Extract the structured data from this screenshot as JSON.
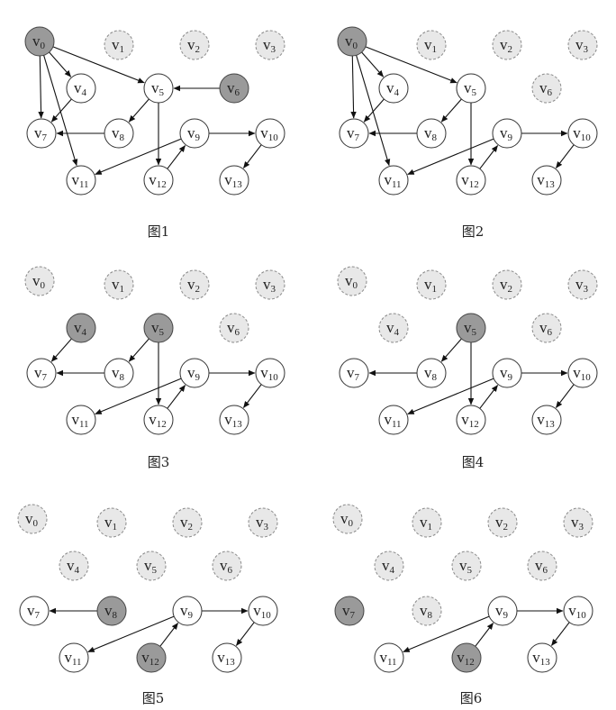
{
  "colors": {
    "visited_fill": "#9a9a9a",
    "visited_stroke": "#444444",
    "removed_fill": "#e8e8e8",
    "removed_stroke": "#8a8a8a",
    "normal_fill": "#ffffff",
    "normal_stroke": "#333333",
    "edge": "#111111",
    "text": "#222222"
  },
  "vertex_symbol": "v",
  "panels": [
    {
      "caption": "图1",
      "vertices": [
        {
          "id": 0,
          "state": "visited"
        },
        {
          "id": 1,
          "state": "removed"
        },
        {
          "id": 2,
          "state": "removed"
        },
        {
          "id": 3,
          "state": "removed"
        },
        {
          "id": 4,
          "state": "normal"
        },
        {
          "id": 5,
          "state": "normal"
        },
        {
          "id": 6,
          "state": "visited"
        },
        {
          "id": 7,
          "state": "normal"
        },
        {
          "id": 8,
          "state": "normal"
        },
        {
          "id": 9,
          "state": "normal"
        },
        {
          "id": 10,
          "state": "normal"
        },
        {
          "id": 11,
          "state": "normal"
        },
        {
          "id": 12,
          "state": "normal"
        },
        {
          "id": 13,
          "state": "normal"
        }
      ],
      "edges": [
        [
          0,
          4
        ],
        [
          0,
          5
        ],
        [
          0,
          7
        ],
        [
          0,
          11
        ],
        [
          6,
          5
        ],
        [
          5,
          8
        ],
        [
          5,
          12
        ],
        [
          4,
          7
        ],
        [
          8,
          7
        ],
        [
          9,
          11
        ],
        [
          9,
          10
        ],
        [
          12,
          9
        ],
        [
          10,
          13
        ]
      ]
    },
    {
      "caption": "图2",
      "vertices": [
        {
          "id": 0,
          "state": "visited"
        },
        {
          "id": 1,
          "state": "removed"
        },
        {
          "id": 2,
          "state": "removed"
        },
        {
          "id": 3,
          "state": "removed"
        },
        {
          "id": 4,
          "state": "normal"
        },
        {
          "id": 5,
          "state": "normal"
        },
        {
          "id": 6,
          "state": "removed"
        },
        {
          "id": 7,
          "state": "normal"
        },
        {
          "id": 8,
          "state": "normal"
        },
        {
          "id": 9,
          "state": "normal"
        },
        {
          "id": 10,
          "state": "normal"
        },
        {
          "id": 11,
          "state": "normal"
        },
        {
          "id": 12,
          "state": "normal"
        },
        {
          "id": 13,
          "state": "normal"
        }
      ],
      "edges": [
        [
          0,
          4
        ],
        [
          0,
          5
        ],
        [
          0,
          7
        ],
        [
          0,
          11
        ],
        [
          5,
          8
        ],
        [
          5,
          12
        ],
        [
          4,
          7
        ],
        [
          8,
          7
        ],
        [
          9,
          11
        ],
        [
          9,
          10
        ],
        [
          12,
          9
        ],
        [
          10,
          13
        ]
      ]
    },
    {
      "caption": "图3",
      "vertices": [
        {
          "id": 0,
          "state": "removed"
        },
        {
          "id": 1,
          "state": "removed"
        },
        {
          "id": 2,
          "state": "removed"
        },
        {
          "id": 3,
          "state": "removed"
        },
        {
          "id": 4,
          "state": "visited"
        },
        {
          "id": 5,
          "state": "visited"
        },
        {
          "id": 6,
          "state": "removed"
        },
        {
          "id": 7,
          "state": "normal"
        },
        {
          "id": 8,
          "state": "normal"
        },
        {
          "id": 9,
          "state": "normal"
        },
        {
          "id": 10,
          "state": "normal"
        },
        {
          "id": 11,
          "state": "normal"
        },
        {
          "id": 12,
          "state": "normal"
        },
        {
          "id": 13,
          "state": "normal"
        }
      ],
      "edges": [
        [
          4,
          7
        ],
        [
          5,
          8
        ],
        [
          5,
          12
        ],
        [
          8,
          7
        ],
        [
          9,
          11
        ],
        [
          9,
          10
        ],
        [
          12,
          9
        ],
        [
          10,
          13
        ]
      ]
    },
    {
      "caption": "图4",
      "vertices": [
        {
          "id": 0,
          "state": "removed"
        },
        {
          "id": 1,
          "state": "removed"
        },
        {
          "id": 2,
          "state": "removed"
        },
        {
          "id": 3,
          "state": "removed"
        },
        {
          "id": 4,
          "state": "removed"
        },
        {
          "id": 5,
          "state": "visited"
        },
        {
          "id": 6,
          "state": "removed"
        },
        {
          "id": 7,
          "state": "normal"
        },
        {
          "id": 8,
          "state": "normal"
        },
        {
          "id": 9,
          "state": "normal"
        },
        {
          "id": 10,
          "state": "normal"
        },
        {
          "id": 11,
          "state": "normal"
        },
        {
          "id": 12,
          "state": "normal"
        },
        {
          "id": 13,
          "state": "normal"
        }
      ],
      "edges": [
        [
          5,
          8
        ],
        [
          5,
          12
        ],
        [
          8,
          7
        ],
        [
          9,
          11
        ],
        [
          9,
          10
        ],
        [
          12,
          9
        ],
        [
          10,
          13
        ]
      ]
    },
    {
      "caption": "图5",
      "vertices": [
        {
          "id": 0,
          "state": "removed"
        },
        {
          "id": 1,
          "state": "removed"
        },
        {
          "id": 2,
          "state": "removed"
        },
        {
          "id": 3,
          "state": "removed"
        },
        {
          "id": 4,
          "state": "removed"
        },
        {
          "id": 5,
          "state": "removed"
        },
        {
          "id": 6,
          "state": "removed"
        },
        {
          "id": 7,
          "state": "normal"
        },
        {
          "id": 8,
          "state": "visited"
        },
        {
          "id": 9,
          "state": "normal"
        },
        {
          "id": 10,
          "state": "normal"
        },
        {
          "id": 11,
          "state": "normal"
        },
        {
          "id": 12,
          "state": "visited"
        },
        {
          "id": 13,
          "state": "normal"
        }
      ],
      "edges": [
        [
          8,
          7
        ],
        [
          9,
          11
        ],
        [
          9,
          10
        ],
        [
          12,
          9
        ],
        [
          10,
          13
        ]
      ]
    },
    {
      "caption": "图6",
      "vertices": [
        {
          "id": 0,
          "state": "removed"
        },
        {
          "id": 1,
          "state": "removed"
        },
        {
          "id": 2,
          "state": "removed"
        },
        {
          "id": 3,
          "state": "removed"
        },
        {
          "id": 4,
          "state": "removed"
        },
        {
          "id": 5,
          "state": "removed"
        },
        {
          "id": 6,
          "state": "removed"
        },
        {
          "id": 7,
          "state": "visited"
        },
        {
          "id": 8,
          "state": "removed"
        },
        {
          "id": 9,
          "state": "normal"
        },
        {
          "id": 10,
          "state": "normal"
        },
        {
          "id": 11,
          "state": "normal"
        },
        {
          "id": 12,
          "state": "visited"
        },
        {
          "id": 13,
          "state": "normal"
        }
      ],
      "edges": [
        [
          9,
          11
        ],
        [
          9,
          10
        ],
        [
          12,
          9
        ],
        [
          10,
          13
        ]
      ]
    }
  ]
}
